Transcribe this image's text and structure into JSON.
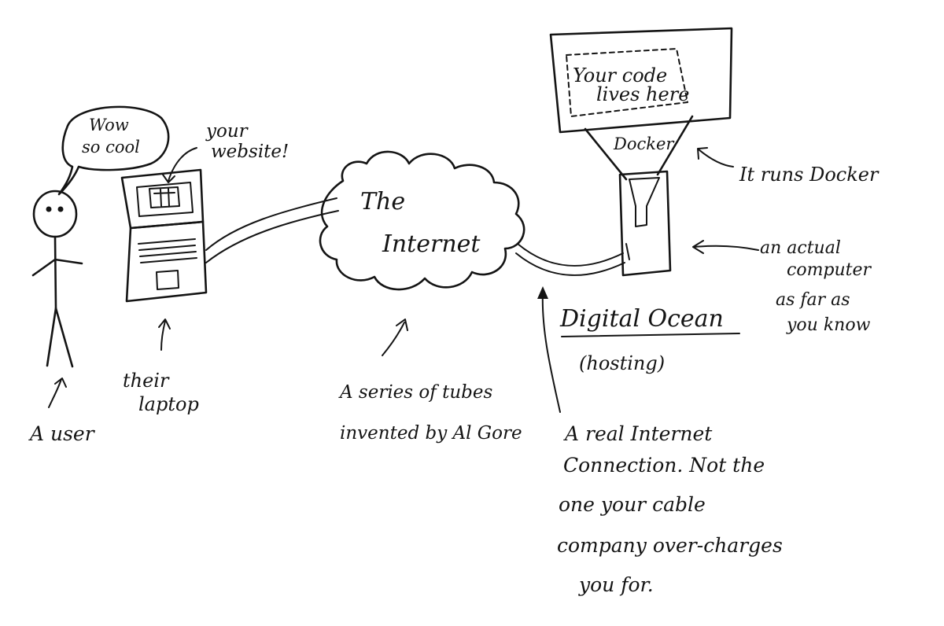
{
  "labels": {
    "speech": [
      "Wow",
      "so cool"
    ],
    "user": "A user",
    "laptop": [
      "their",
      "laptop"
    ],
    "website": [
      "your",
      "website!"
    ],
    "internet_cloud": [
      "The",
      "Internet"
    ],
    "tubes": [
      "A series of tubes",
      "invented by Al Gore"
    ],
    "code": [
      "Your code",
      "lives here"
    ],
    "docker": "Docker",
    "runs_docker": "It runs Docker",
    "actual_computer": [
      "an actual",
      "computer",
      "as far as",
      "you know"
    ],
    "host": "Digital Ocean",
    "hosting": "(hosting)",
    "connection": [
      "A real Internet",
      "Connection. Not the",
      "one your cable",
      "company over-charges",
      "you for."
    ]
  },
  "colors": {
    "ink": "#141414",
    "paper": "#ffffff"
  }
}
